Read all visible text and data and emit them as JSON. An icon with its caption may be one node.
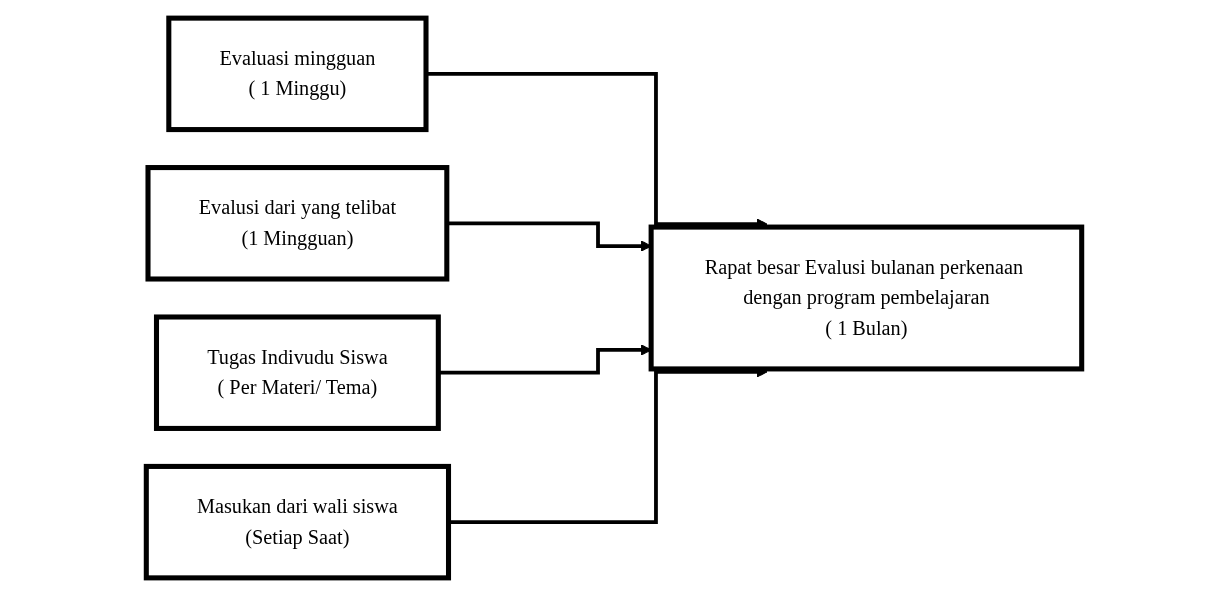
{
  "diagram": {
    "nodes": [
      {
        "text": [
          "Evaluasi mingguan",
          "( 1 Minggu)"
        ]
      },
      {
        "text": [
          "Evalusi dari yang telibat",
          "(1 Mingguan)"
        ]
      },
      {
        "text": [
          "Tugas Indivudu Siswa",
          "( Per Materi/ Tema)"
        ]
      },
      {
        "text": [
          "Masukan dari wali siswa",
          "(Setiap Saat)"
        ]
      },
      {
        "text": [
          "Rapat besar Evalusi bulanan perkenaan dengan program pembelajaran",
          "( 1 Bulan)"
        ]
      }
    ],
    "edges": [
      {
        "from": 0,
        "to": 4,
        "arrow": "to"
      },
      {
        "from": 1,
        "to": 4,
        "arrow": "to"
      },
      {
        "from": 2,
        "to": 4,
        "arrow": "to"
      },
      {
        "from": 3,
        "to": 4,
        "arrow": "to"
      }
    ]
  }
}
